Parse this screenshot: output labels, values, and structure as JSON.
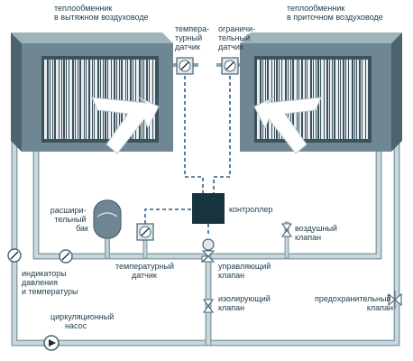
{
  "labels": {
    "hx_exhaust": [
      "теплообменник",
      "в вытяжном воздуховоде"
    ],
    "hx_supply": [
      "теплообменник",
      "в приточном воздуховоде"
    ],
    "temp_sensor_top": [
      "темпера-",
      "турный",
      "датчик"
    ],
    "limit_sensor": [
      "ограничи-",
      "тельный",
      "датчик"
    ],
    "expansion_tank": [
      "расшири-",
      "тельный",
      "бак"
    ],
    "controller": "контроллер",
    "air_valve": [
      "воздушный",
      "клапан"
    ],
    "gauges": [
      "индикаторы",
      "давления",
      "и температуры"
    ],
    "temp_sensor_bottom": [
      "температурный",
      "датчик"
    ],
    "control_valve": [
      "управляющий",
      "клапан"
    ],
    "isolation_valve": [
      "изолирующий",
      "клапан"
    ],
    "safety_valve": [
      "предохранительный",
      "клапан"
    ],
    "pump": [
      "циркуляционный",
      "насос"
    ]
  },
  "colors": {
    "duct_dark": "#4d6470",
    "duct_mid": "#6f8793",
    "duct_light": "#9fb3bd",
    "pipe": "#b8c9d2",
    "pipe_stroke": "#8aa0ab",
    "coil_dark": "#1d2c33",
    "coil_light": "#e9eef1",
    "controller": "#17343e",
    "signal": "#2f5f8a",
    "text": "#1e3a4a"
  },
  "icons": {
    "gauge": "gauge-icon",
    "valve": "valve-icon",
    "pump": "pump-icon",
    "sensor": "sensor-icon",
    "tank": "tank-icon",
    "arrow": "airflow-arrow-icon"
  }
}
